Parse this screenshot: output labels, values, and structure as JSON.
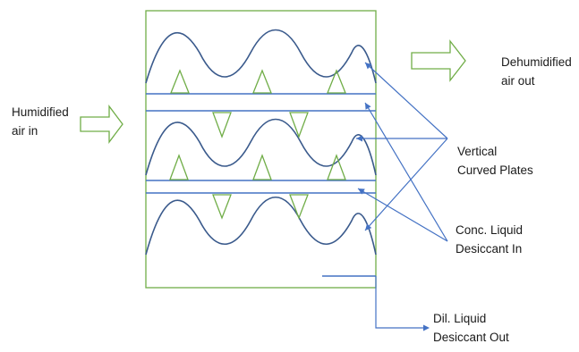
{
  "labels": {
    "inlet_line1": "Humidified",
    "inlet_line2": "air in",
    "outlet_line1": "Dehumidified",
    "outlet_line2": "air out",
    "plates_line1": "Vertical",
    "plates_line2": "Curved Plates",
    "conc_line1": "Conc. Liquid",
    "conc_line2": "Desiccant In",
    "dil_line1": "Dil. Liquid",
    "dil_line2": "Desiccant Out"
  },
  "colors": {
    "chamber_border": "#70ad47",
    "flow_arrow": "#70ad47",
    "triangle": "#70ad47",
    "plate": "#4472c4",
    "wave": "#3a5a8c",
    "pointer": "#4472c4",
    "text": "#1a1a1a"
  }
}
